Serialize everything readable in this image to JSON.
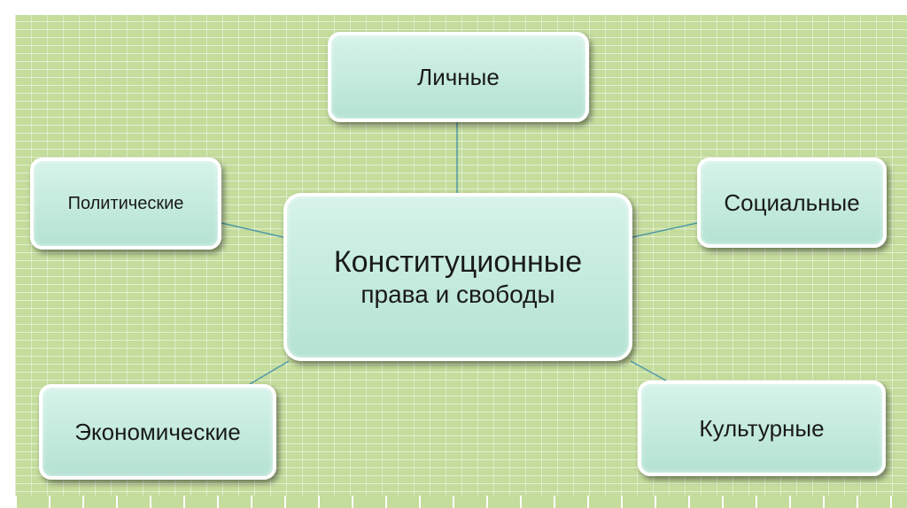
{
  "diagram": {
    "center": {
      "line1": "Конституционные",
      "line2": "права и свободы"
    },
    "nodes": {
      "lichnye": "Личные",
      "politicheskie": "Политические",
      "socialnye": "Социальные",
      "ekonomicheskie": "Экономические",
      "kulturnye": "Культурные"
    },
    "colors": {
      "node_fill": "#c0e8da",
      "node_border": "#ffffff",
      "connector": "#4f9aa6",
      "background": "#c4dc9c"
    }
  }
}
